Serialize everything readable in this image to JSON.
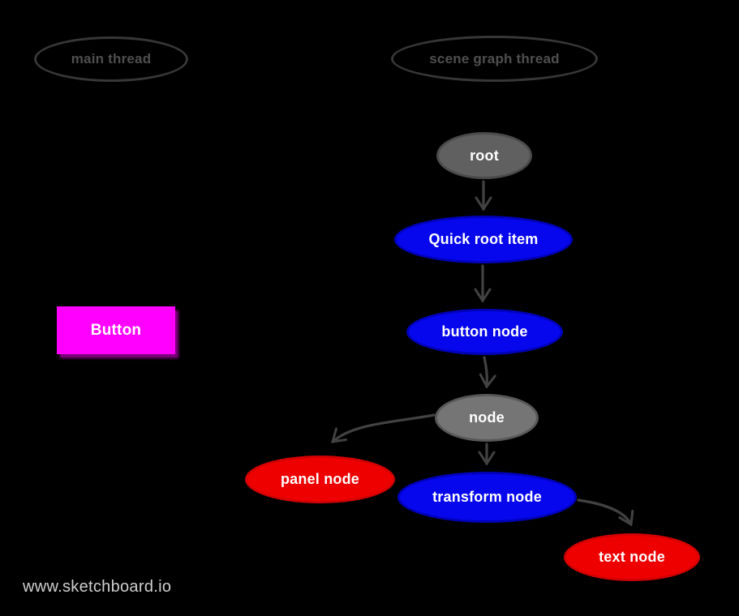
{
  "canvas": {
    "background": "#000000",
    "watermark": "www.sketchboard.io"
  },
  "lanes": {
    "outline_color": "#373737",
    "text_color": "#4f4f4f",
    "main": {
      "label": "main thread"
    },
    "scene": {
      "label": "scene graph thread"
    }
  },
  "nodes": {
    "root": {
      "label": "root",
      "shape": "ellipse",
      "fill": "#606060",
      "border": "#4b4b4b",
      "text_color": "#ffffff"
    },
    "quick_root_item": {
      "label": "Quick root item",
      "shape": "ellipse",
      "fill": "#0707ee",
      "border": "#0000bb",
      "text_color": "#ffffff"
    },
    "button_node": {
      "label": "button node",
      "shape": "ellipse",
      "fill": "#0707ee",
      "border": "#0000bb",
      "text_color": "#ffffff"
    },
    "node": {
      "label": "node",
      "shape": "ellipse",
      "fill": "#757575",
      "border": "#585858",
      "text_color": "#ffffff"
    },
    "panel_node": {
      "label": "panel node",
      "shape": "ellipse",
      "fill": "#ee0000",
      "border": "#d40000",
      "text_color": "#ffffff"
    },
    "transform_node": {
      "label": "transform node",
      "shape": "ellipse",
      "fill": "#0707ee",
      "border": "#0000bb",
      "text_color": "#ffffff"
    },
    "text_node": {
      "label": "text node",
      "shape": "ellipse",
      "fill": "#ee0000",
      "border": "#d40000",
      "text_color": "#ffffff"
    }
  },
  "button": {
    "label": "Button",
    "shape": "rectangle",
    "fill": "#ff00ff",
    "text_color": "#ffffff",
    "lane": "main thread"
  },
  "edges": [
    {
      "from": "root",
      "to": "quick_root_item"
    },
    {
      "from": "quick_root_item",
      "to": "button_node"
    },
    {
      "from": "button_node",
      "to": "node"
    },
    {
      "from": "node",
      "to": "panel_node"
    },
    {
      "from": "node",
      "to": "transform_node"
    },
    {
      "from": "transform_node",
      "to": "text_node"
    }
  ],
  "colors": {
    "arrow": "#424242"
  }
}
